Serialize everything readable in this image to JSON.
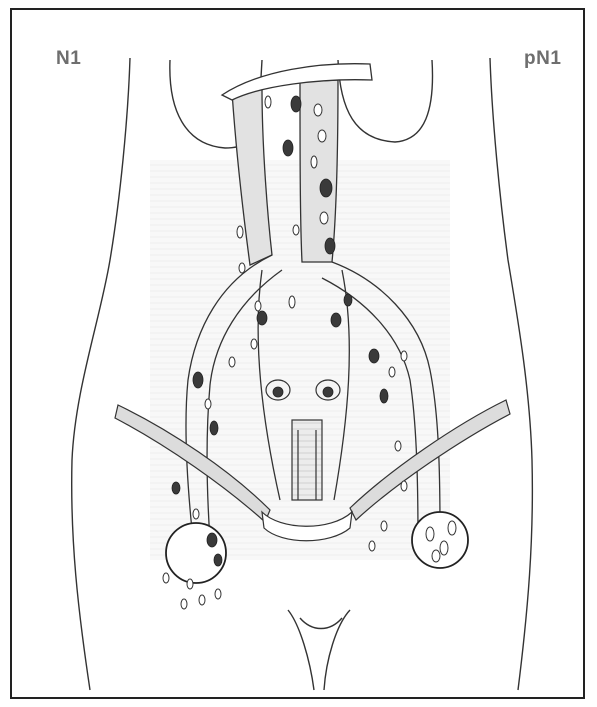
{
  "labels": {
    "left": "N1",
    "right": "pN1"
  },
  "colors": {
    "line": "#333333",
    "node_filled": "#3a3a3a",
    "node_open": "#ffffff",
    "shading": "#d9d9d9",
    "label": "#6e6e6e"
  },
  "icons": {
    "lymph_node_filled": "dark-lymph-node",
    "lymph_node_open": "open-lymph-node"
  }
}
